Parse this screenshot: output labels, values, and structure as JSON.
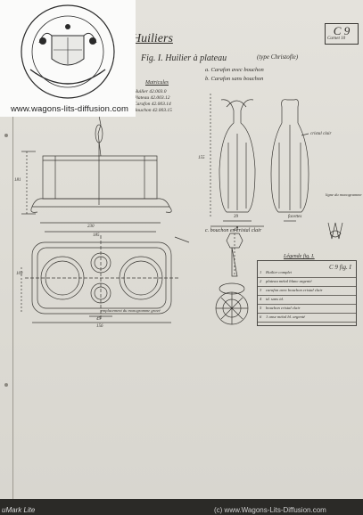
{
  "logo": {
    "url": "www.wagons-lits-diffusion.com"
  },
  "header": {
    "title": "Huiliers",
    "code": "C 9",
    "code_sub": "Carnet 10"
  },
  "figure": {
    "caption": "Fig. I. Huilier à plateau",
    "type_note": "(type Christofle)",
    "item_a": "a. Carafon avec bouchon",
    "item_b": "b. Carafon sans bouchon",
    "cristal_note": "cristal clair",
    "facettes_note": "facettes",
    "bouchon_note": "c. bouchon en cristal clair",
    "emplacement_note": "emplacement du monogramme gravé",
    "ligne_note": "ligne du monogramme"
  },
  "matriculation": {
    "title": "Matricules",
    "lines": [
      "Huilier 42.003.0",
      "Plateau 42.003.12",
      "Carafon 42.003.14",
      "Bouchon 42.003.15"
    ]
  },
  "dimensions": {
    "width_total": "230",
    "width_inner": "185",
    "height_left": "181",
    "height_carafe": "155",
    "base_a": "39",
    "base_b": "48",
    "plate_height": "103",
    "plate_len_a": "49",
    "plate_len_b": "156"
  },
  "legend": {
    "title": "Légende fig. I.",
    "code": "C 9 fig. I",
    "rows": [
      {
        "num": "1",
        "desc": "Huilier complet"
      },
      {
        "num": "2",
        "desc": "plateau  métal blanc argenté"
      },
      {
        "num": "3",
        "desc": "carafon avec bouchon cristal clair"
      },
      {
        "num": "4",
        "desc": "id.  sans  id."
      },
      {
        "num": "5",
        "desc": "bouchon  cristal clair"
      },
      {
        "num": "6",
        "desc": "1 anse  métal bl. argenté"
      }
    ]
  },
  "footer": {
    "left": "uMark Lite",
    "right": "(c) www.Wagons-Lits-Diffusion.com"
  }
}
